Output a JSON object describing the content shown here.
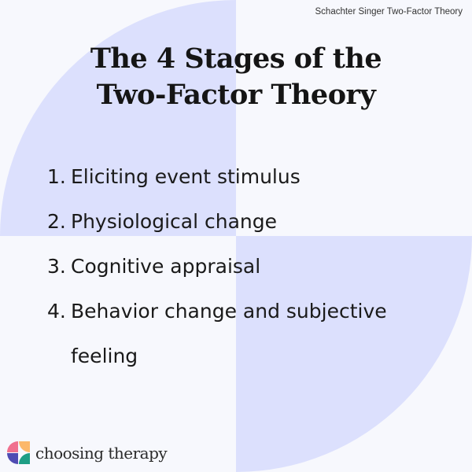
{
  "header": {
    "topic": "Schachter Singer Two-Factor Theory"
  },
  "title": {
    "line1": "The 4 Stages of the",
    "line2": "Two-Factor Theory"
  },
  "stages": [
    {
      "num": "1.",
      "text": "Eliciting event stimulus"
    },
    {
      "num": "2.",
      "text": "Physiological change"
    },
    {
      "num": "3.",
      "text": "Cognitive appraisal"
    },
    {
      "num": "4.",
      "text": "Behavior change and subjective feeling"
    }
  ],
  "brand": {
    "name": "choosing therapy",
    "logo_icon": "choosing-therapy-logo-icon"
  },
  "colors": {
    "background": "#F7F8FD",
    "accent_shape": "#DCE0FD",
    "text": "#151515"
  }
}
